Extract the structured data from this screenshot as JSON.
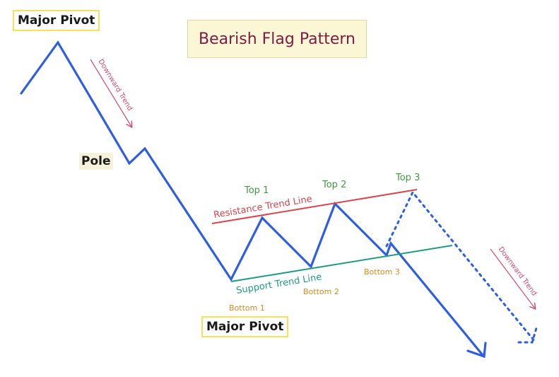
{
  "title": "Bearish Flag Pattern",
  "labels": {
    "major_pivot_top": "Major Pivot",
    "major_pivot_bottom": "Major Pivot",
    "pole": "Pole",
    "downward_trend_left": "Downward Trend",
    "downward_trend_right": "Downward Trend",
    "resistance": "Resistance Trend Line",
    "support": "Support Trend Line",
    "top1": "Top 1",
    "top2": "Top 2",
    "top3": "Top 3",
    "bottom1": "Bottom 1",
    "bottom2": "Bottom 2",
    "bottom3": "Bottom 3"
  },
  "colors": {
    "price_line": "#2f5fe0",
    "resistance_line": "#d8454d",
    "support_line": "#1f9a82",
    "trend_arrow": "#d14a6e",
    "title_text": "#7b1c45",
    "pivot_border": "#f3e25a",
    "top_labels": "#3d9a3d",
    "bottom_labels": "#d98a1e"
  }
}
